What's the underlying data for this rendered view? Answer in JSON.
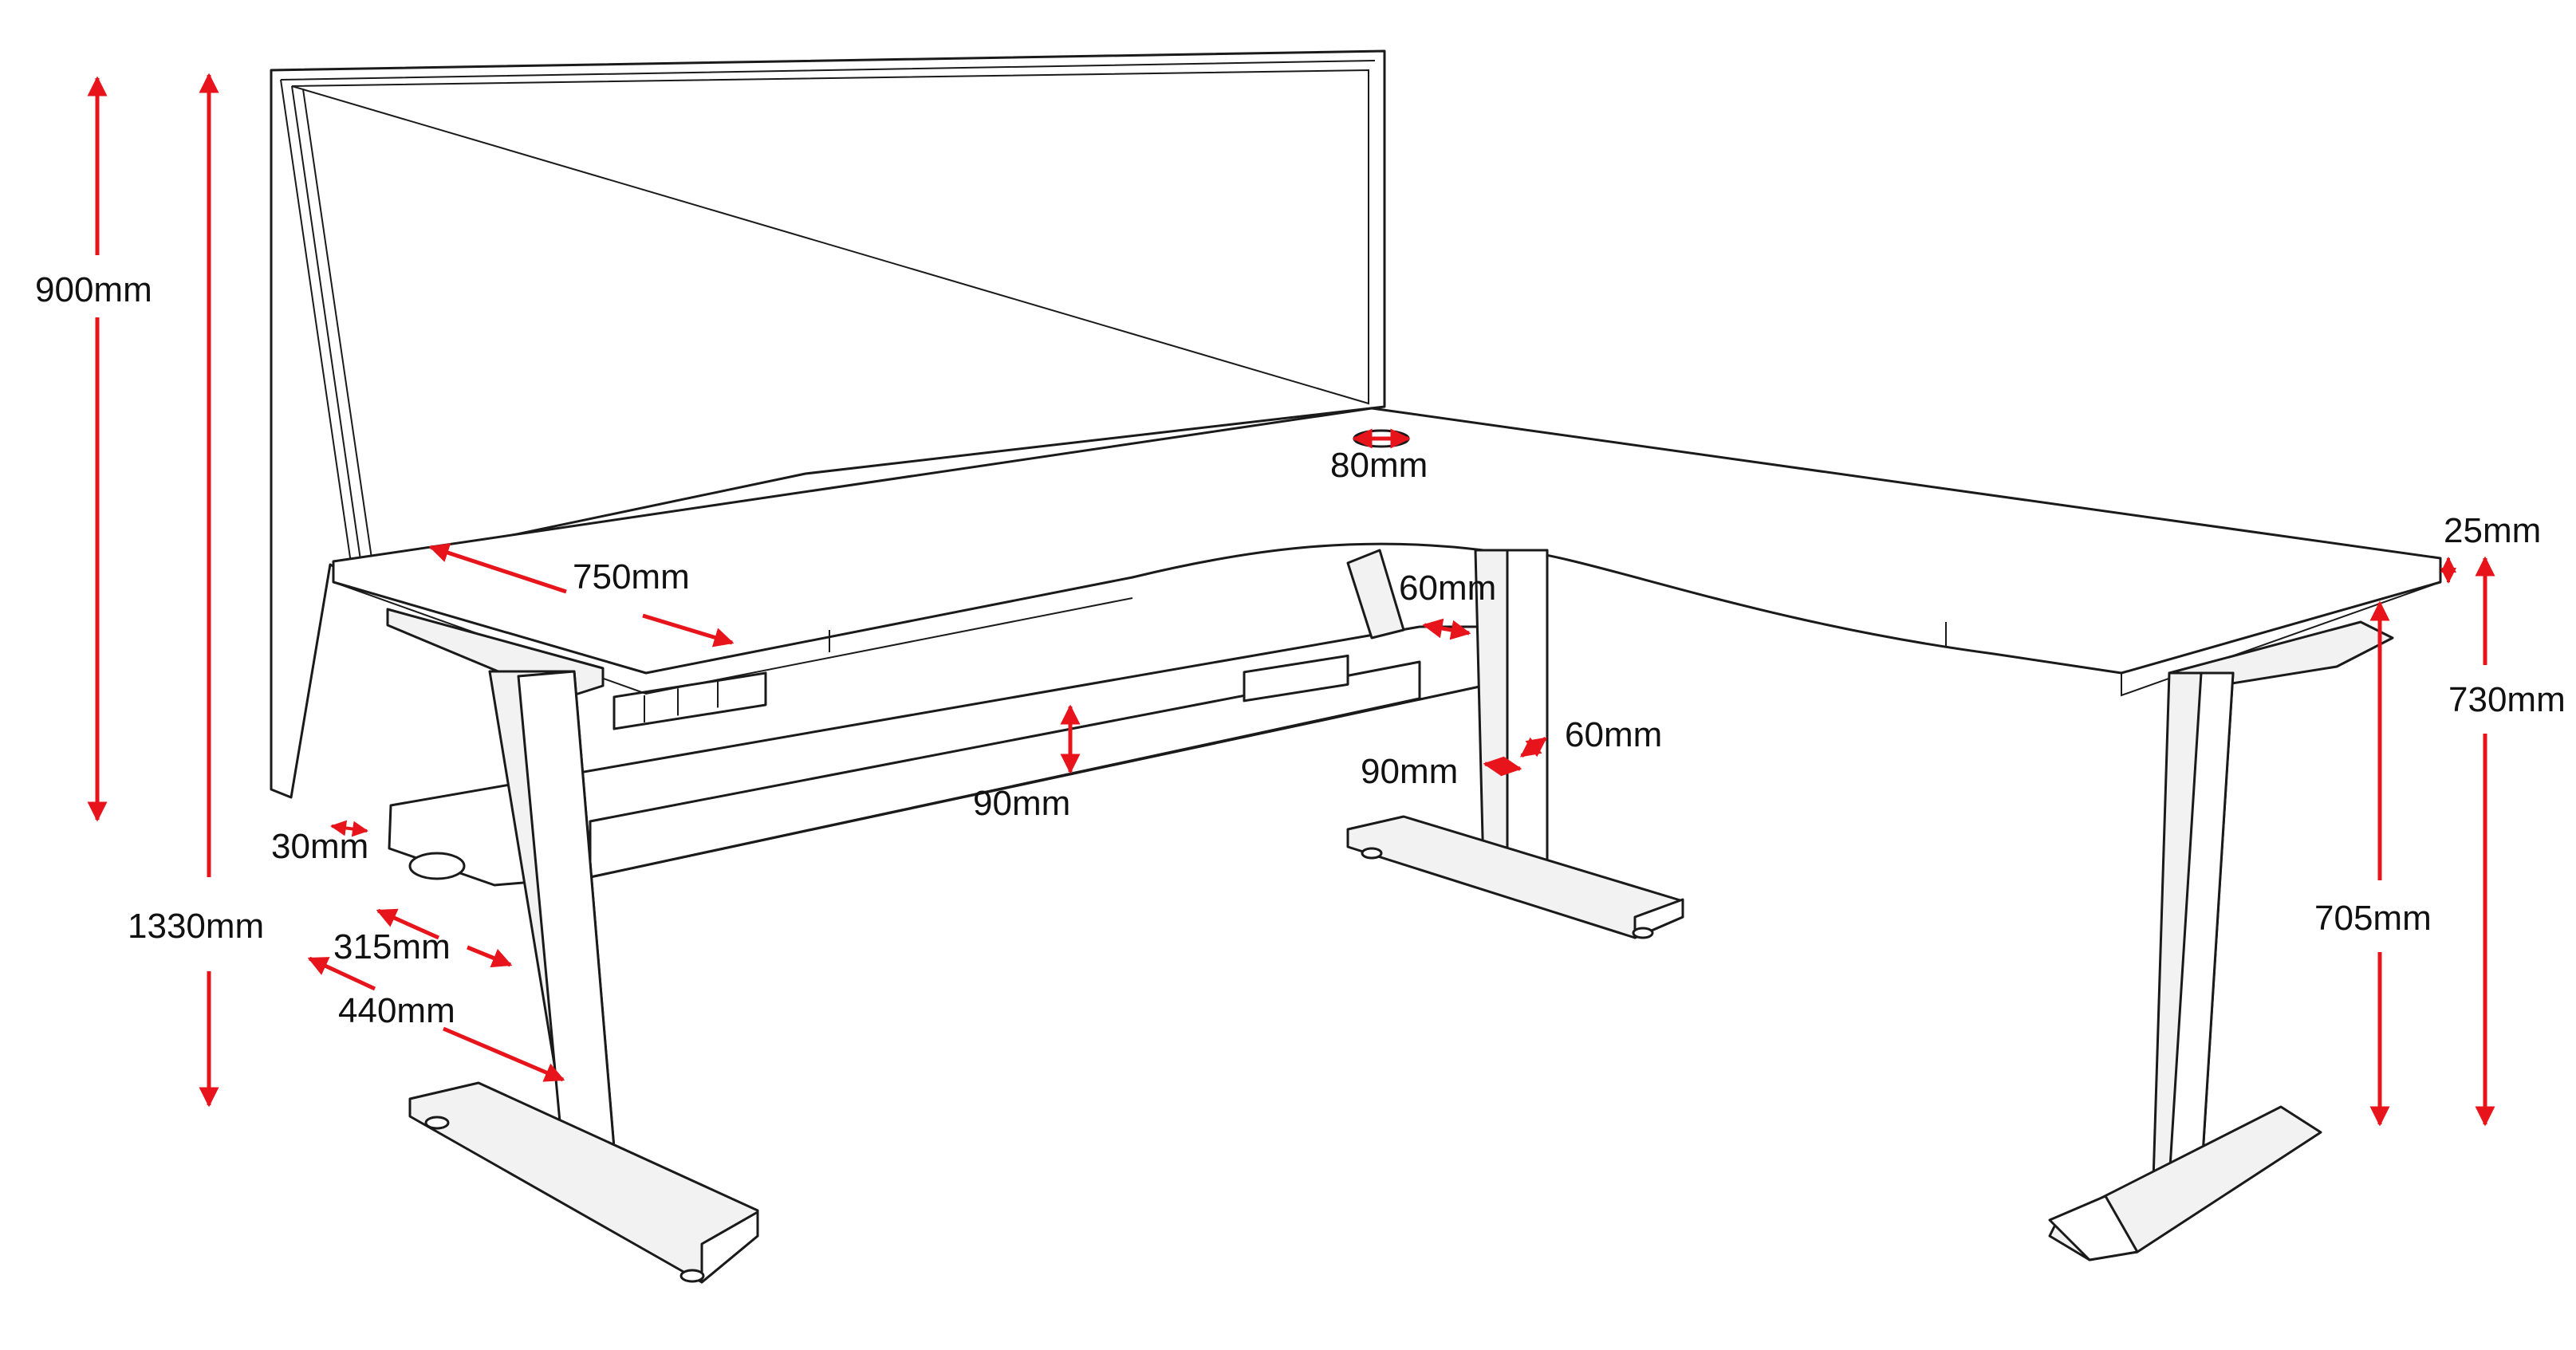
{
  "colors": {
    "dimension": "#e8141b",
    "outline": "#1a1a1a",
    "background": "#ffffff"
  },
  "dimensions": {
    "screen_height": "900mm",
    "total_height": "1330mm",
    "desk_depth": "750mm",
    "grommet": "80mm",
    "top_thickness": "25mm",
    "beam_width": "60mm",
    "leg_depth_side": "60mm",
    "leg_width": "90mm",
    "beam_height": "90mm",
    "desk_height": "730mm",
    "leg_height": "705mm",
    "screen_gap": "30mm",
    "leg_offset": "315mm",
    "foot_length": "440mm"
  }
}
